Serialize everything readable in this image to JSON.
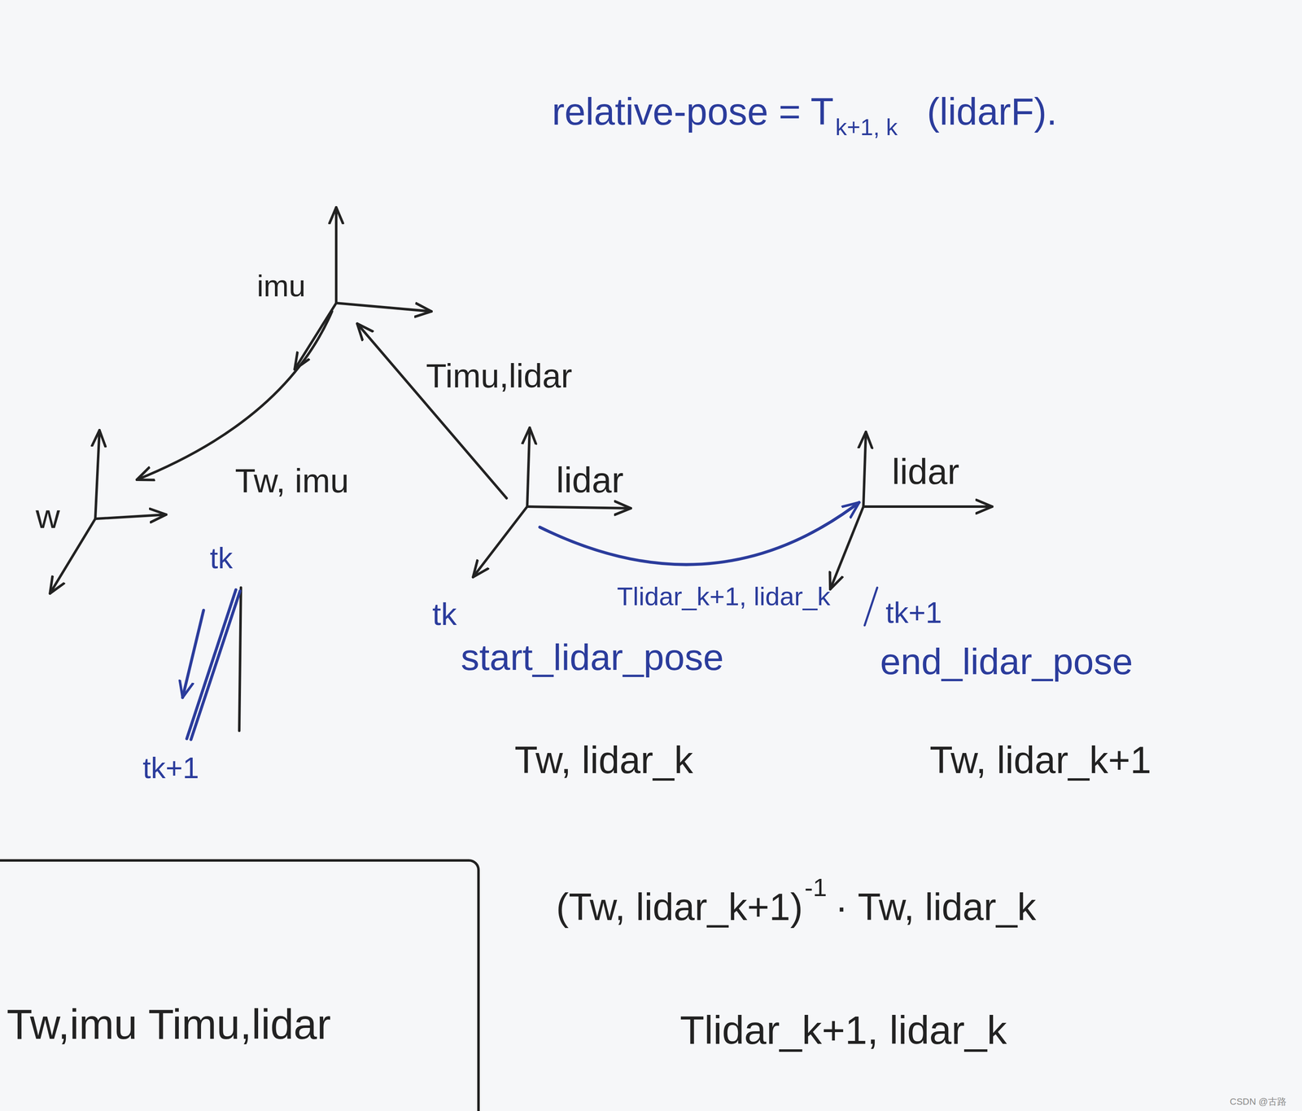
{
  "diagram": {
    "nodes": [
      {
        "text": [
          "Tw,imu Timu,lidar"
        ]
      }
    ],
    "labels": [
      "relative-pose = T",
      "k+1, k",
      "(lidarF).",
      "imu",
      "Timu,lidar",
      "w",
      "Tw, imu",
      "lidar",
      "lidar",
      "tk",
      "tk+1",
      "tk",
      "Tlidar_k+1, lidar_k",
      "tk+1",
      "start_lidar_pose",
      "end_lidar_pose",
      "Tw, lidar_k",
      "Tw, lidar_k+1",
      "(Tw, lidar_k+1)",
      "-1",
      "· Tw, lidar_k",
      "Tlidar_k+1, lidar_k",
      "CSDN @古路"
    ]
  }
}
